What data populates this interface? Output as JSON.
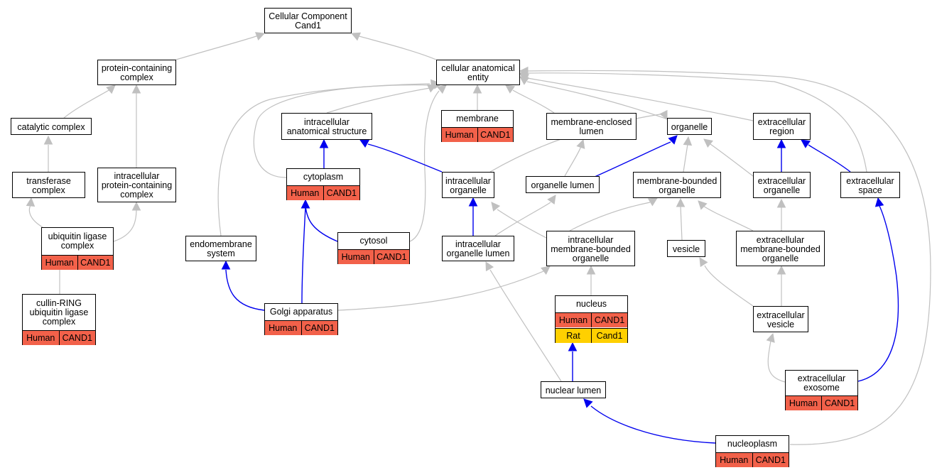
{
  "colors": {
    "human_annotation": "#f2614a",
    "rat_annotation": "#ffd000",
    "edge_default": "#c0c0c0",
    "edge_highlight": "#0000ee"
  },
  "nodes": {
    "cc": {
      "label": "Cellular Component\nCand1"
    },
    "pcc": {
      "label": "protein-containing\ncomplex"
    },
    "cae": {
      "label": "cellular anatomical\nentity"
    },
    "cat": {
      "label": "catalytic complex"
    },
    "ias": {
      "label": "intracellular\nanatomical structure"
    },
    "mem": {
      "label": "membrane",
      "rows": [
        [
          "Human",
          "CAND1"
        ]
      ]
    },
    "mel": {
      "label": "membrane-enclosed\nlumen"
    },
    "org": {
      "label": "organelle"
    },
    "exr": {
      "label": "extracellular\nregion"
    },
    "trc": {
      "label": "transferase\ncomplex"
    },
    "ipc": {
      "label": "intracellular\nprotein-containing\ncomplex"
    },
    "cyt": {
      "label": "cytoplasm",
      "rows": [
        [
          "Human",
          "CAND1"
        ]
      ]
    },
    "ino": {
      "label": "intracellular\norganelle"
    },
    "orl": {
      "label": "organelle lumen"
    },
    "mbo": {
      "label": "membrane-bounded\norganelle"
    },
    "exo": {
      "label": "extracellular\norganelle"
    },
    "exs": {
      "label": "extracellular\nspace"
    },
    "ulc": {
      "label": "ubiquitin ligase\ncomplex",
      "rows": [
        [
          "Human",
          "CAND1"
        ]
      ]
    },
    "ems": {
      "label": "endomembrane\nsystem"
    },
    "cys": {
      "label": "cytosol",
      "rows": [
        [
          "Human",
          "CAND1"
        ]
      ]
    },
    "iol": {
      "label": "intracellular\norganelle lumen"
    },
    "imb": {
      "label": "intracellular\nmembrane-bounded\norganelle"
    },
    "ves": {
      "label": "vesicle"
    },
    "emb": {
      "label": "extracellular\nmembrane-bounded\norganelle"
    },
    "crl": {
      "label": "cullin-RING\nubiquitin ligase\ncomplex",
      "rows": [
        [
          "Human",
          "CAND1"
        ]
      ]
    },
    "gol": {
      "label": "Golgi apparatus",
      "rows": [
        [
          "Human",
          "CAND1"
        ]
      ]
    },
    "nuc": {
      "label": "nucleus",
      "rows": [
        [
          "Human",
          "CAND1"
        ],
        [
          "Rat",
          "Cand1"
        ]
      ]
    },
    "exv": {
      "label": "extracellular\nvesicle"
    },
    "nlu": {
      "label": "nuclear lumen"
    },
    "exm": {
      "label": "extracellular\nexosome",
      "rows": [
        [
          "Human",
          "CAND1"
        ]
      ]
    },
    "npl": {
      "label": "nucleoplasm",
      "rows": [
        [
          "Human",
          "CAND1"
        ]
      ]
    }
  }
}
